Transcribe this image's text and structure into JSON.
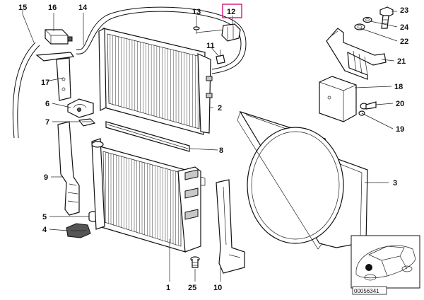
{
  "diagram": {
    "labels": [
      {
        "id": "1",
        "text": "1"
      },
      {
        "id": "2",
        "text": "2"
      },
      {
        "id": "3",
        "text": "3"
      },
      {
        "id": "4",
        "text": "4"
      },
      {
        "id": "5",
        "text": "5"
      },
      {
        "id": "6",
        "text": "6"
      },
      {
        "id": "7",
        "text": "7"
      },
      {
        "id": "8",
        "text": "8"
      },
      {
        "id": "9",
        "text": "9"
      },
      {
        "id": "10",
        "text": "10"
      },
      {
        "id": "11",
        "text": "11"
      },
      {
        "id": "12",
        "text": "12"
      },
      {
        "id": "13",
        "text": "13"
      },
      {
        "id": "14",
        "text": "14"
      },
      {
        "id": "15",
        "text": "15"
      },
      {
        "id": "16",
        "text": "16"
      },
      {
        "id": "17",
        "text": "17"
      },
      {
        "id": "18",
        "text": "18"
      },
      {
        "id": "19",
        "text": "19"
      },
      {
        "id": "20",
        "text": "20"
      },
      {
        "id": "21",
        "text": "21"
      },
      {
        "id": "22",
        "text": "22"
      },
      {
        "id": "23",
        "text": "23"
      },
      {
        "id": "24",
        "text": "24"
      },
      {
        "id": "25",
        "text": "25"
      }
    ],
    "highlighted_label": "12",
    "highlight_color": "#d6137a",
    "reference_number": "00056341"
  }
}
